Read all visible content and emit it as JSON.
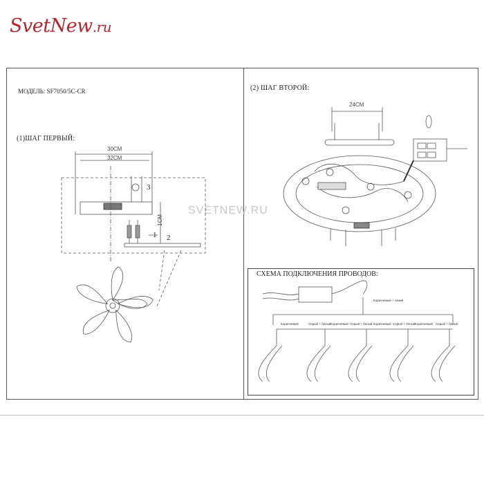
{
  "brand": {
    "main": "SvetNew",
    "tld": ".ru"
  },
  "model_label": "МОДЕЛЬ: SF7050/5C-CR",
  "step1": {
    "title": "(1)ШАГ ПЕРВЫЙ:",
    "dim_outer": "30CM",
    "dim_inner": "32CM",
    "dim_height": "1CM",
    "markers": [
      "1",
      "2",
      "3"
    ]
  },
  "step2": {
    "title": "(2) ШАГ ВТОРОЙ:",
    "dim_top": "24CM"
  },
  "wiring": {
    "title": "СХЕМА ПОДКЛЮЧЕНИЯ ПРОВОДОВ:",
    "lamp_count": 5,
    "labels": [
      "Коричневый",
      "Серый + белый",
      "Коричневый + синий"
    ]
  },
  "watermark": "SVETNEW.RU"
}
